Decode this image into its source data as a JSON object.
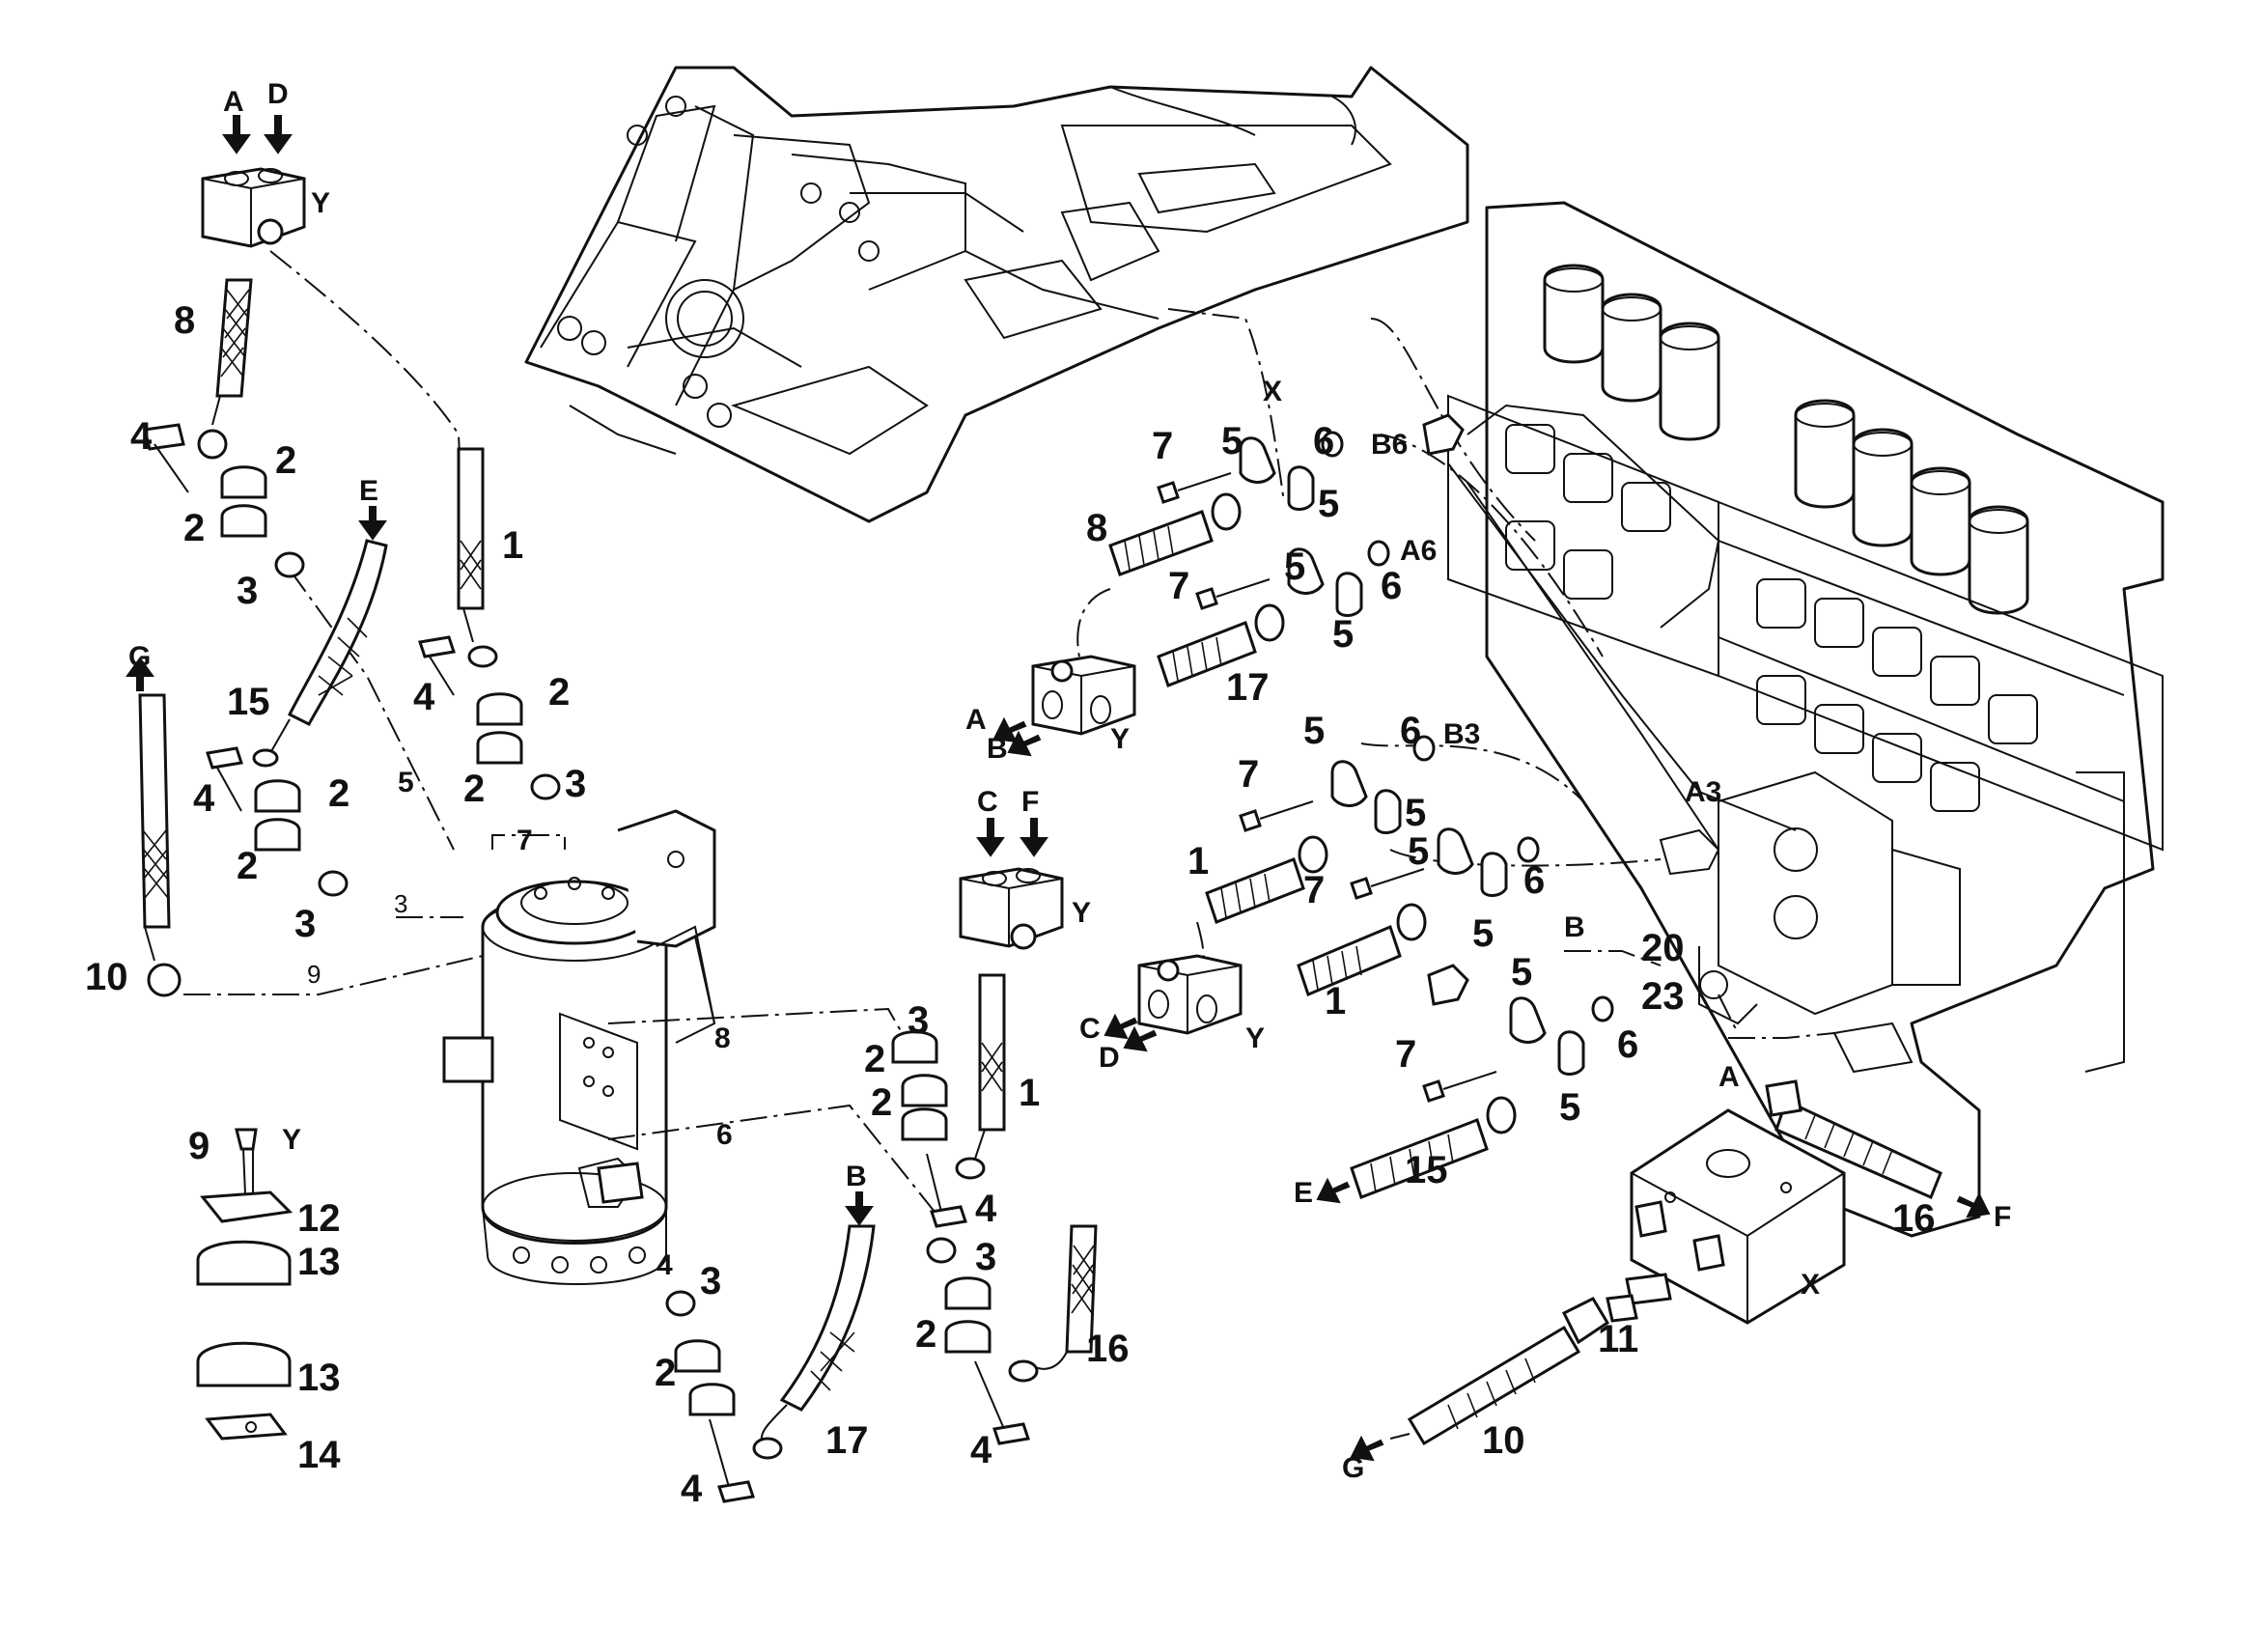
{
  "labels": {
    "p1_a": "1",
    "p1_b": "1",
    "p1_c": "1",
    "p1_d": "1",
    "p2_a": "2",
    "p2_b": "2",
    "p2_c": "2",
    "p2_d": "2",
    "p2_e": "2",
    "p2_f": "2",
    "p2_g": "2",
    "p2_h": "2",
    "p2_i": "2",
    "p2_j": "2",
    "p3_a": "3",
    "p3_b": "3",
    "p3_c": "3",
    "p3_d": "3",
    "p3_e": "3",
    "p3_f": "3",
    "p3_g": "3",
    "p4_a": "4",
    "p4_b": "4",
    "p4_c": "4",
    "p4_d": "4",
    "p4_e": "4",
    "p4_f": "4",
    "p4_g": "4",
    "p5_a": "5",
    "p5_b": "5",
    "p5_c": "5",
    "p5_d": "5",
    "p5_e": "5",
    "p5_f": "5",
    "p5_g": "5",
    "p5_h": "5",
    "p5_i": "5",
    "p5_j": "5",
    "p5_k": "5",
    "p6_a": "6",
    "p6_b": "6",
    "p6_c": "6",
    "p6_d": "6",
    "p6_e": "6",
    "p6_f": "6",
    "p7_a": "7",
    "p7_b": "7",
    "p7_c": "7",
    "p7_d": "7",
    "p7_e": "7",
    "p7_f": "7",
    "p8_a": "8",
    "p8_b": "8",
    "p8_c": "8",
    "p9_a": "9",
    "p9_b": "9",
    "p10_a": "10",
    "p10_b": "10",
    "p11": "11",
    "p12": "12",
    "p13_a": "13",
    "p13_b": "13",
    "p14": "14",
    "p15_a": "15",
    "p15_b": "15",
    "p16_a": "16",
    "p16_b": "16",
    "p17_a": "17",
    "p17_b": "17",
    "p20": "20",
    "p23": "23",
    "lA_a": "A",
    "lA_b": "A",
    "lA_c": "A",
    "lB_a": "B",
    "lB_b": "B",
    "lB_c": "B",
    "lC_a": "C",
    "lC_b": "C",
    "lD_a": "D",
    "lD_b": "D",
    "lE_a": "E",
    "lE_b": "E",
    "lF_a": "F",
    "lF_b": "F",
    "lG_a": "G",
    "lG_b": "G",
    "lX_a": "X",
    "lX_b": "X",
    "lY_a": "Y",
    "lY_b": "Y",
    "lY_c": "Y",
    "lY_d": "Y",
    "lY_e": "Y",
    "lB6": "B6",
    "lA6": "A6",
    "lB3": "B3",
    "lA3": "A3"
  }
}
